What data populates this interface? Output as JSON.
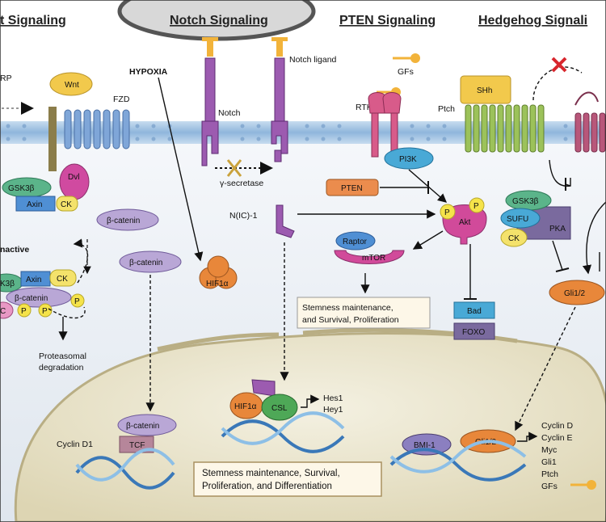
{
  "headers": {
    "wnt": "t Signaling",
    "notch": "Notch Signaling",
    "pten": "PTEN Signaling",
    "hedgehog": "Hedgehog Signali"
  },
  "wnt": {
    "lrp": "RP",
    "wnt": "Wnt",
    "fzd": "FZD",
    "dvl": "Dvl",
    "gsk3b": "GSK3β",
    "axin": "Axin",
    "ck": "CK",
    "bcatenin": "β-catenin",
    "inactive": "nactive",
    "inactive_gsk": "K3β",
    "inactive_axin": "Axin",
    "inactive_ck": "CK",
    "inactive_bcat": "β-catenin",
    "c": "C",
    "p": "P",
    "proteasomal": "Proteasomal",
    "degradation": "degradation",
    "bcatenin_cyto": "β-catenin",
    "bcatenin_nuc": "β-catenin",
    "tcf": "TCF",
    "cyclin_d1": "Cyclin D1"
  },
  "notch": {
    "hypoxia": "HYPOXIA",
    "notch": "Notch",
    "notch_ligand": "Notch ligand",
    "gamma_secretase": "γ-secretase",
    "nic": "N(IC)-1",
    "hif1a": "HIF1α",
    "hif1a_nuc": "HIF1α",
    "csl": "CSL",
    "hes1": "Hes1",
    "hey1": "Hey1"
  },
  "pten": {
    "gfs": "GFs",
    "rtk": "RTK",
    "pi3k": "PI3K",
    "pten": "PTEN",
    "p": "P",
    "akt": "Akt",
    "raptor": "Raptor",
    "mtor": "mTOR",
    "stemness": "Stemness maintenance,\nand Survival, Proliferation",
    "stemness_line1": "Stemness maintenance,",
    "stemness_line2": "and Survival, Proliferation",
    "bad": "Bad",
    "foxo": "FOXO"
  },
  "hedgehog": {
    "shh": "SHh",
    "ptch": "Ptch",
    "gsk3b": "GSK3β",
    "sufu": "SUFU",
    "ck": "CK",
    "pka": "PKA",
    "gli": "Gli1/2",
    "bmi1": "BMI-1",
    "gli_nuc": "Gli1/2",
    "targets": [
      "Cyclin D",
      "Cyclin E",
      "Myc",
      "Gli1",
      "Ptch",
      "GFs"
    ]
  },
  "nucleus_box": {
    "line1": "Stemness maintenance, Survival,",
    "line2": "Proliferation, and Differentiation"
  },
  "colors": {
    "membrane": "#8fb6dc",
    "cytoplasm": "#e8edf2",
    "nucleus": "#e9e4cf",
    "purple": "#8a2f8f",
    "orange": "#e8873a",
    "blue": "#49a9d6",
    "yellow": "#f5e34a"
  }
}
